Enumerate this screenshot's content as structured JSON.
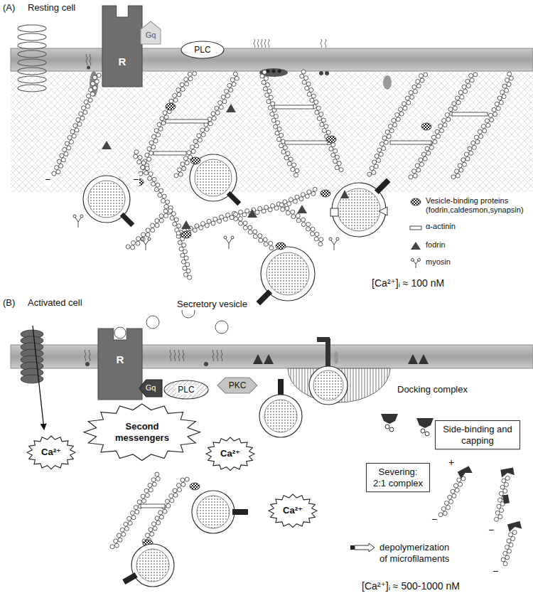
{
  "diagram": {
    "nodes": [
      {
        "text": [
          "R"
        ]
      },
      {
        "text": [
          "Gq"
        ]
      },
      {
        "text": [
          "PLC"
        ]
      },
      {
        "text": [
          "R"
        ]
      },
      {
        "text": [
          "Gq"
        ]
      },
      {
        "text": [
          "PLC"
        ]
      },
      {
        "text": [
          "PKC"
        ]
      },
      {
        "text": [
          "Ca²⁺"
        ]
      },
      {
        "text": [
          "Second messengers"
        ]
      },
      {
        "text": [
          "Ca²⁺"
        ]
      },
      {
        "text": [
          "Ca²⁺"
        ]
      },
      {
        "text": [
          "Severing: 2:1 complex"
        ]
      },
      {
        "text": [
          "Side-binding and capping"
        ]
      }
    ],
    "labels": [
      "(A)",
      "Resting cell",
      "−",
      "−",
      "Secretory vesicle",
      "[Ca²⁺]ᵢ ≈ 100 nM",
      "(B)",
      "Activated cell",
      "Docking complex",
      "+",
      "−",
      "−",
      "−",
      "[Ca²⁺]ᵢ ≈ 500-1000 nM"
    ],
    "legend": [
      {
        "text": "Vesicle-binding proteins (fodrin,caldesmon,synapsin)"
      },
      {
        "text": "α-actinin"
      },
      {
        "text": "fodrin"
      },
      {
        "text": "myosin"
      },
      {
        "text": "depolymerization of microfilaments"
      }
    ]
  }
}
